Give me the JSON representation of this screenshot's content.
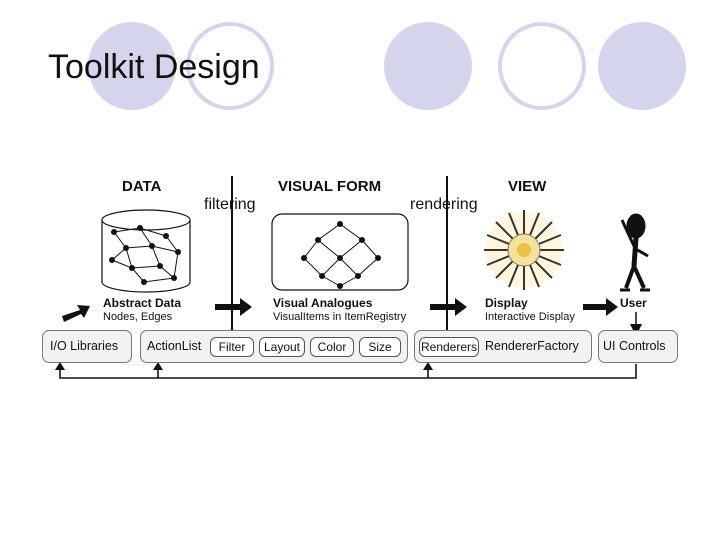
{
  "slide": {
    "title": "Toolkit Design"
  },
  "diagram": {
    "stages": {
      "data": "DATA",
      "visual_form": "VISUAL FORM",
      "view": "VIEW"
    },
    "transforms": {
      "filtering": "filtering",
      "rendering": "rendering"
    },
    "nodes": {
      "abstract_data": {
        "title": "Abstract Data",
        "subtitle": "Nodes, Edges"
      },
      "visual_analogues": {
        "title": "Visual Analogues",
        "subtitle": "VisualItems in ItemRegistry"
      },
      "display": {
        "title": "Display",
        "subtitle": "Interactive Display"
      },
      "user": {
        "title": "User"
      }
    },
    "toolbar": {
      "io_libraries": "I/O Libraries",
      "action_list": "ActionList",
      "filter": "Filter",
      "layout": "Layout",
      "color": "Color",
      "size": "Size",
      "renderers": "Renderers",
      "renderer_factory": "RendererFactory",
      "ui_controls": "UI Controls"
    }
  },
  "colors": {
    "decor": "#d4d4ec"
  }
}
